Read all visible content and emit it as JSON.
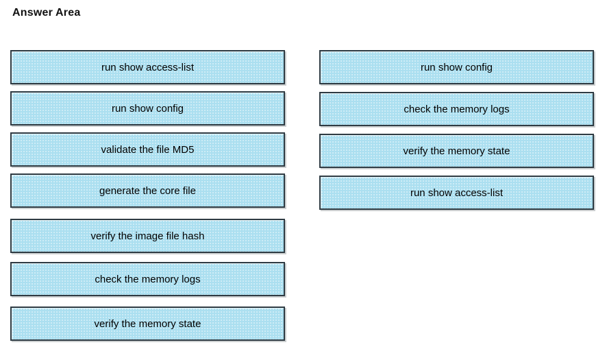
{
  "page": {
    "title": "Answer Area"
  },
  "colors": {
    "box_fill": "#abdff0",
    "box_border": "#2e3b43",
    "text": "#000000"
  },
  "left_column": {
    "items": [
      {
        "label": "run show access-list"
      },
      {
        "label": "run show config"
      },
      {
        "label": "validate the file MD5"
      },
      {
        "label": "generate the core file"
      },
      {
        "label": "verify the image file hash"
      },
      {
        "label": "check the memory logs"
      },
      {
        "label": "verify the memory state"
      }
    ]
  },
  "right_column": {
    "items": [
      {
        "label": "run show config"
      },
      {
        "label": "check the memory logs"
      },
      {
        "label": "verify the memory state"
      },
      {
        "label": "run show access-list"
      }
    ]
  }
}
